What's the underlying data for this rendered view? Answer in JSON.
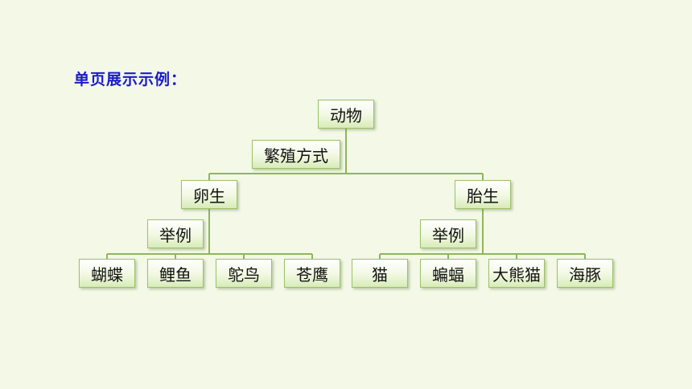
{
  "heading": "单页展示示例：",
  "tree": {
    "root": "动物",
    "root_relation": "繁殖方式",
    "branches": [
      {
        "label": "卵生",
        "relation": "举例",
        "children": [
          "蝴蝶",
          "鲤鱼",
          "鸵鸟",
          "苍鹰"
        ]
      },
      {
        "label": "胎生",
        "relation": "举例",
        "children": [
          "猫",
          "蝙蝠",
          "大熊猫",
          "海豚"
        ]
      }
    ]
  },
  "colors": {
    "background": "#f3f9e6",
    "heading": "#1a1acc",
    "connector": "#8fb55e",
    "node_border": "#9cc169"
  }
}
